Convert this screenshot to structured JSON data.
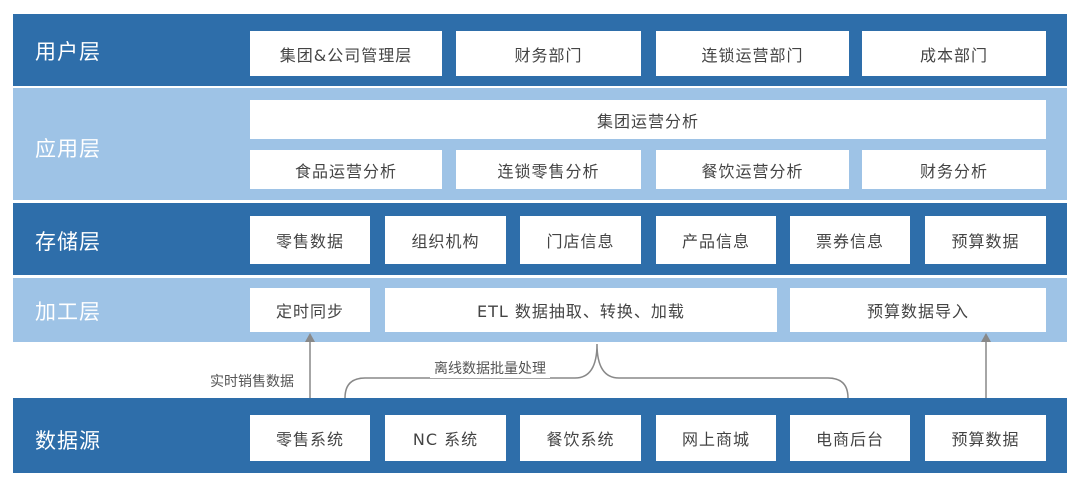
{
  "layers": {
    "user": {
      "label": "用户层",
      "boxes": [
        "集团&公司管理层",
        "财务部门",
        "连锁运营部门",
        "成本部门"
      ]
    },
    "app": {
      "label": "应用层",
      "top_box": "集团运营分析",
      "boxes": [
        "食品运营分析",
        "连锁零售分析",
        "餐饮运营分析",
        "财务分析"
      ]
    },
    "storage": {
      "label": "存储层",
      "boxes": [
        "零售数据",
        "组织机构",
        "门店信息",
        "产品信息",
        "票券信息",
        "预算数据"
      ]
    },
    "processing": {
      "label": "加工层",
      "boxes": [
        "定时同步",
        "ETL 数据抽取、转换、加载",
        "预算数据导入"
      ]
    },
    "source": {
      "label": "数据源",
      "boxes": [
        "零售系统",
        "NC 系统",
        "餐饮系统",
        "网上商城",
        "电商后台",
        "预算数据"
      ]
    }
  },
  "connectors": {
    "realtime_label": "实时销售数据",
    "batch_label": "离线数据批量处理"
  },
  "colors": {
    "dark_band": "#2e6eaa",
    "light_band": "#9ec3e6",
    "box": "#ffffff",
    "arrow": "#888888"
  }
}
